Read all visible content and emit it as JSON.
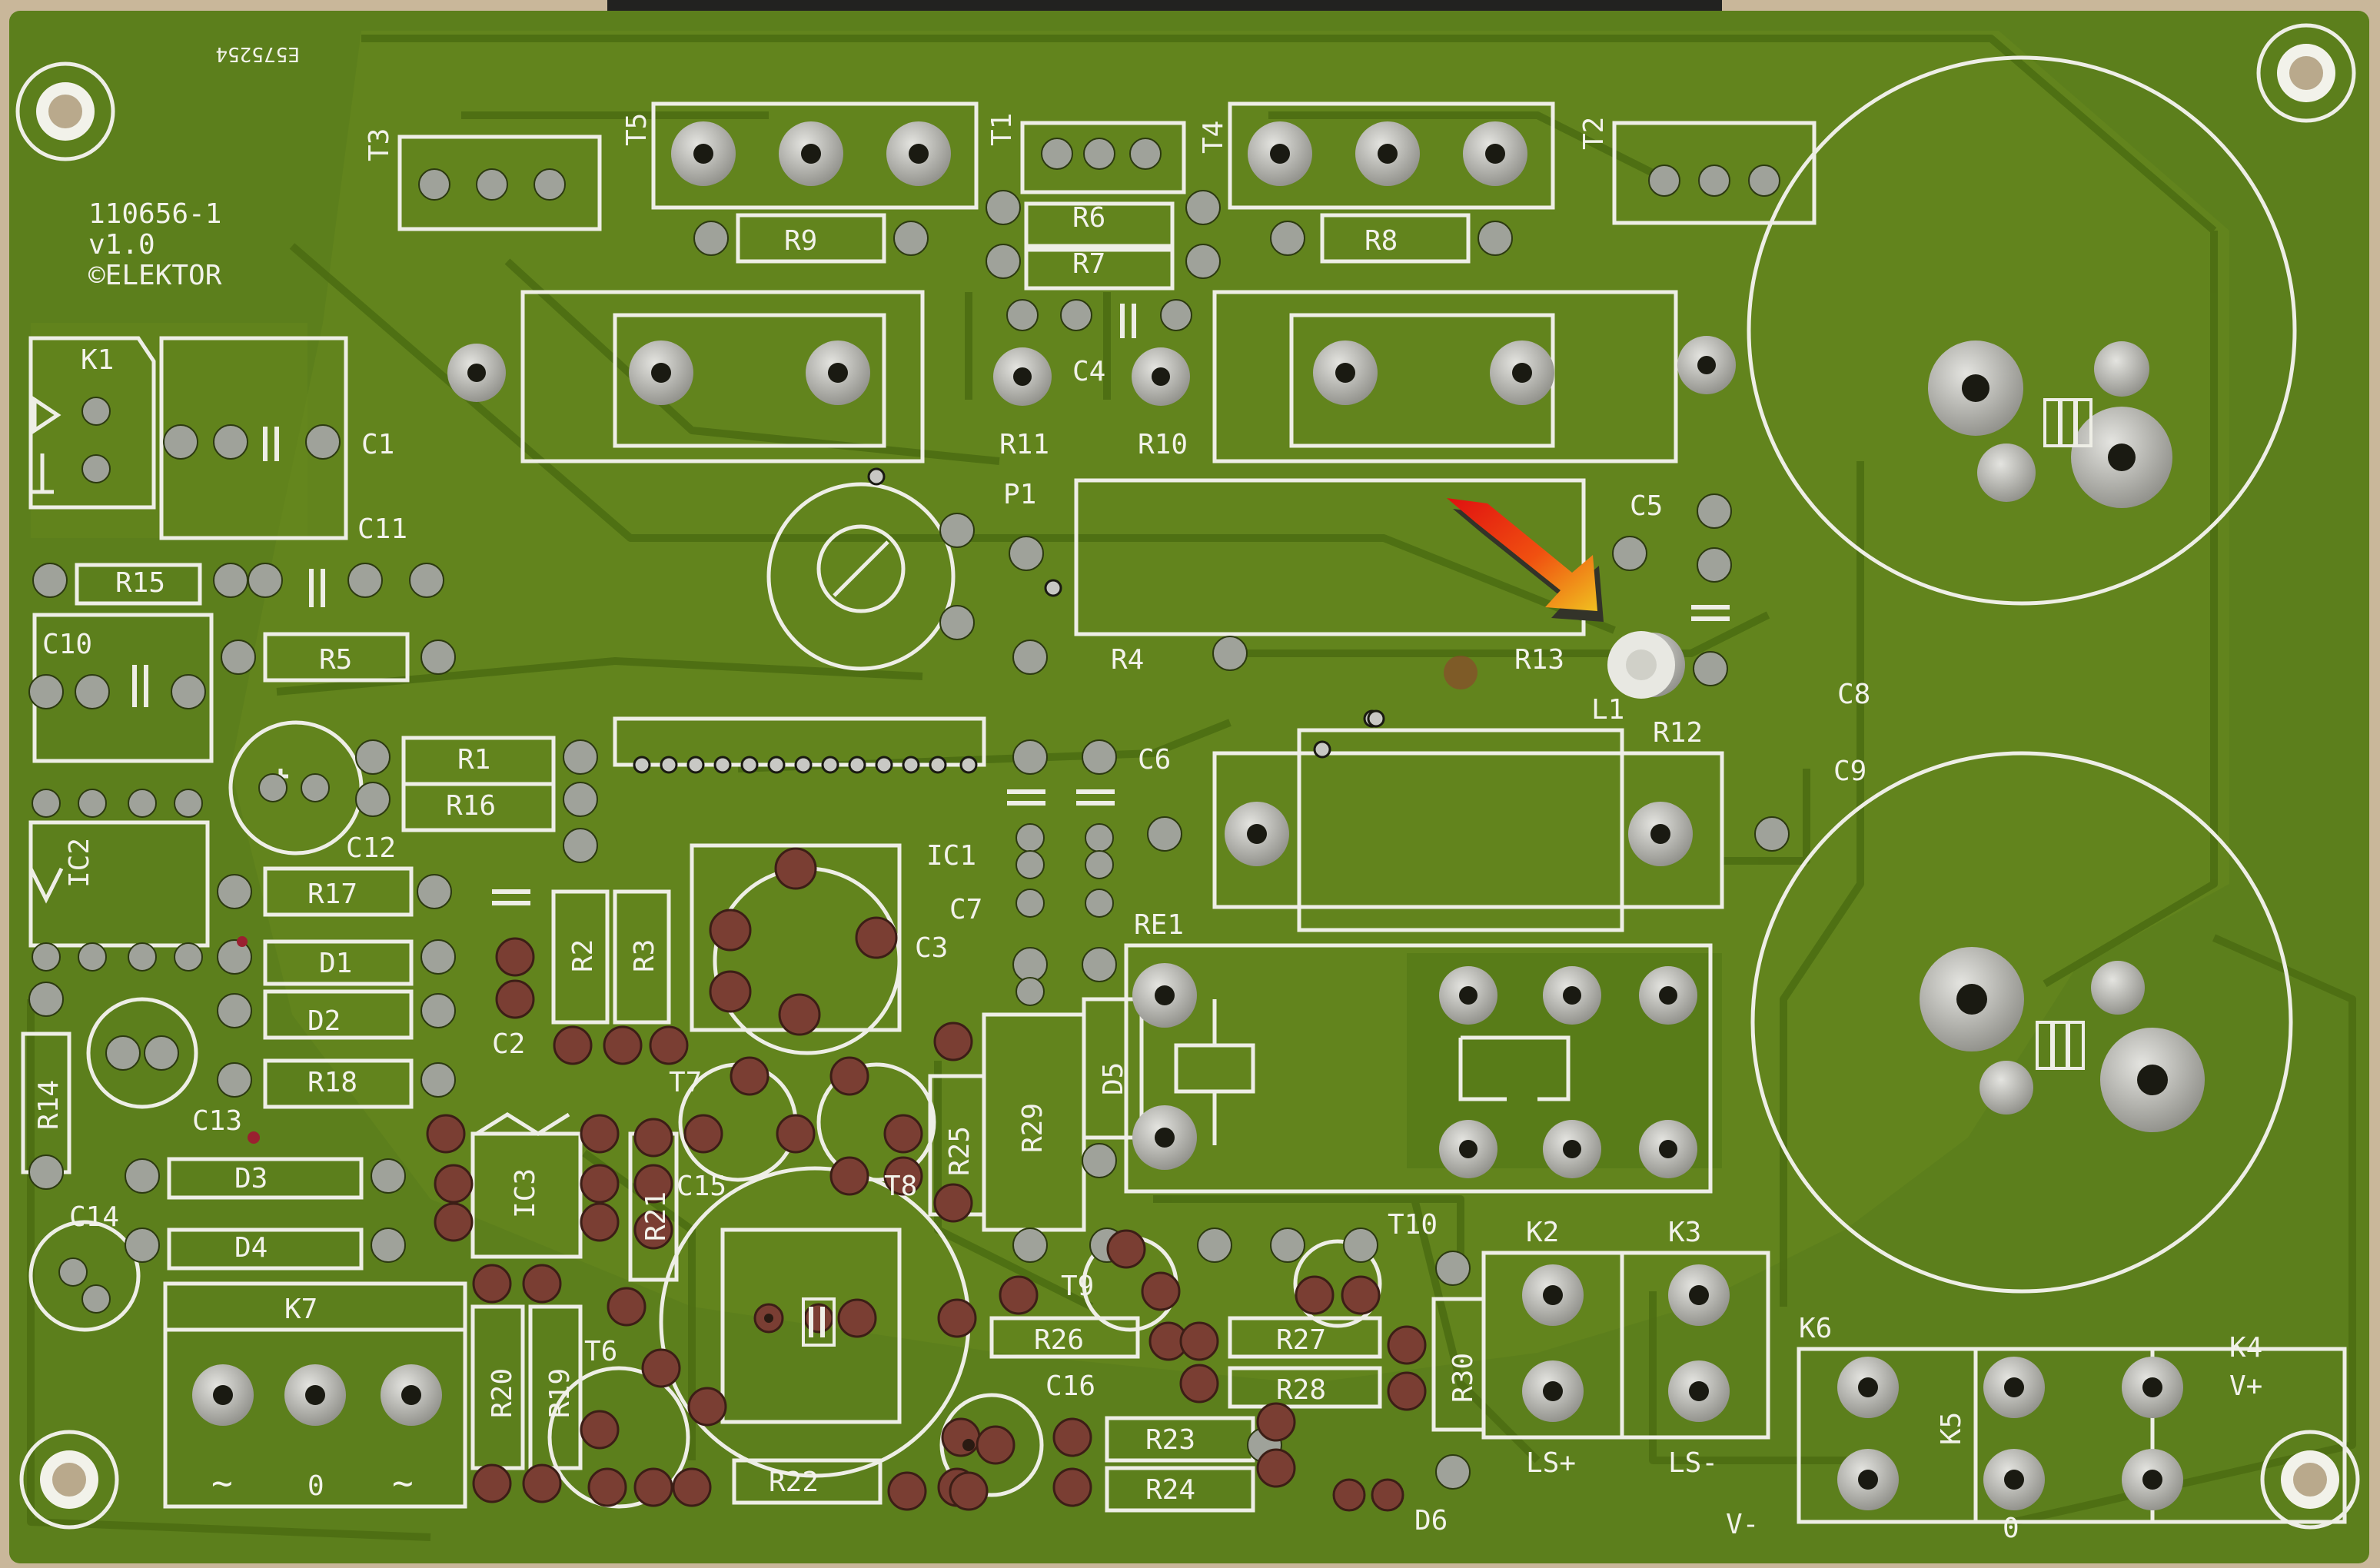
{
  "board": {
    "code": "E575254",
    "id_line1": "110656-1",
    "id_line2": "v1.0",
    "id_line3": "©ELEKTOR"
  },
  "labels": {
    "T3": "T3",
    "T5": "T5",
    "T1": "T1",
    "T4": "T4",
    "T2": "T2",
    "R9": "R9",
    "R6": "R6",
    "R7": "R7",
    "R8": "R8",
    "K1": "K1",
    "C1": "C1",
    "C4": "C4",
    "R11": "R11",
    "R10": "R10",
    "P1": "P1",
    "C5": "C5",
    "C11": "C11",
    "R15": "R15",
    "C10": "C10",
    "R5": "R5",
    "R4": "R4",
    "R13": "R13",
    "L1": "L1",
    "C8": "C8",
    "R1": "R1",
    "R16": "R16",
    "C6": "C6",
    "R12": "R12",
    "C9": "C9",
    "C12": "C12",
    "IC2": "IC2",
    "IC1": "IC1",
    "R17": "R17",
    "C7": "C7",
    "RE1": "RE1",
    "R2": "R2",
    "R3": "R3",
    "C3": "C3",
    "D1": "D1",
    "D2": "D2",
    "C2": "C2",
    "R18": "R18",
    "T7": "T7",
    "R14": "R14",
    "C13": "C13",
    "R25": "R25",
    "R29": "R29",
    "D5": "D5",
    "IC3": "IC3",
    "R21": "R21",
    "C15": "C15",
    "T8": "T8",
    "D3": "D3",
    "C14": "C14",
    "D4": "D4",
    "T10": "T10",
    "K2": "K2",
    "K3": "K3",
    "T9": "T9",
    "K7": "K7",
    "R20": "R20",
    "R19": "R19",
    "T6": "T6",
    "R26": "R26",
    "R27": "R27",
    "R28": "R28",
    "R30": "R30",
    "K6": "K6",
    "K4": "K4",
    "V+": "V+",
    "C16": "C16",
    "R23": "R23",
    "R24": "R24",
    "R22": "R22",
    "D6": "D6",
    "LS+": "LS+",
    "LS-": "LS-",
    "K5": "K5",
    "V-": "V-",
    "0": "0",
    "tilde_left": "~",
    "zero_k7": "0",
    "tilde_right": "~"
  },
  "colors": {
    "background": "#c9b79a",
    "board": "#5c7f1c",
    "copper_pour": "#6a8b22",
    "trace": "#4b6c12",
    "silkscreen": "#f2f2ea",
    "pad": "#c8c8c4",
    "hole": "#1a1a12",
    "via_ring": "#7a3e33",
    "arrow_top": "#e01010",
    "arrow_bottom": "#f0c020"
  }
}
